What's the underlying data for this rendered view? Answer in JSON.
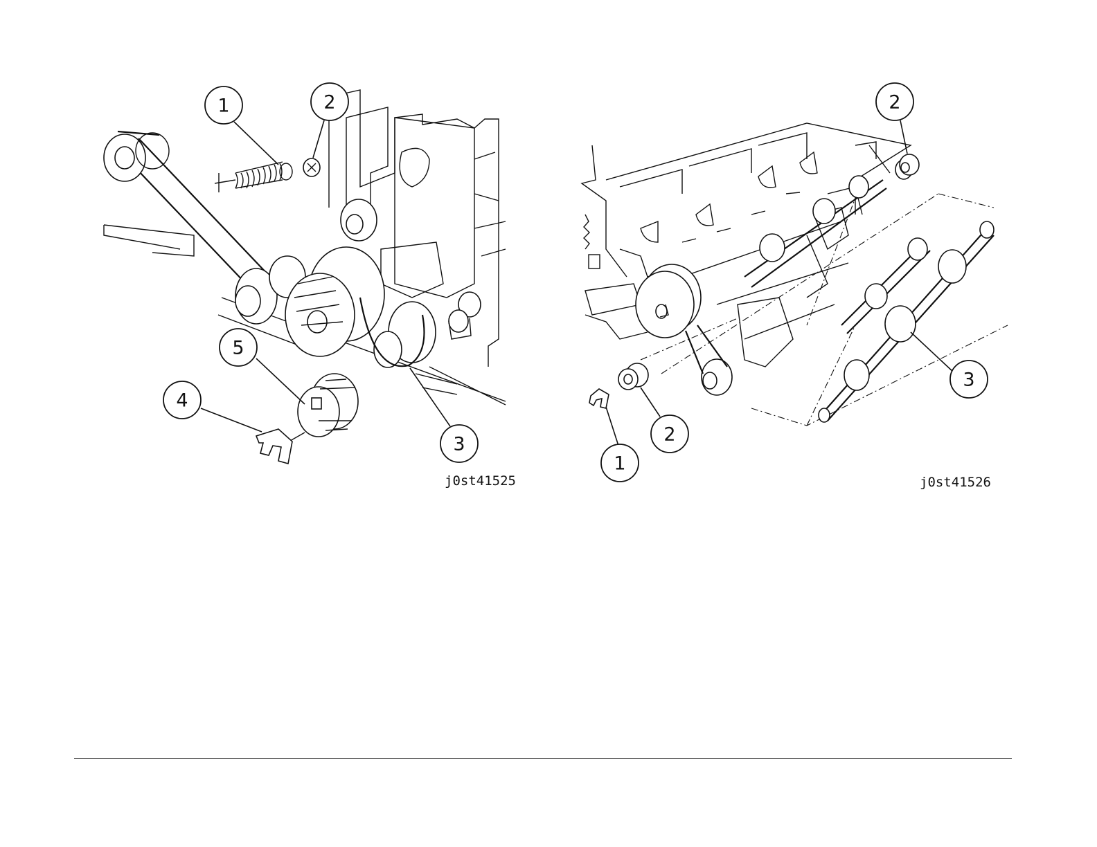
{
  "figures": [
    {
      "id": "j0st41525",
      "callouts": [
        {
          "label": "1",
          "part": "spring"
        },
        {
          "label": "2",
          "part": "screw"
        },
        {
          "label": "3",
          "part": "belt"
        },
        {
          "label": "4",
          "part": "e-clip"
        },
        {
          "label": "5",
          "part": "pulley"
        }
      ]
    },
    {
      "id": "j0st41526",
      "callouts": [
        {
          "label": "1",
          "part": "e-clip"
        },
        {
          "label": "2",
          "part": "bearing"
        },
        {
          "label": "2",
          "part": "bearing"
        },
        {
          "label": "3",
          "part": "roll-shaft"
        }
      ]
    }
  ]
}
